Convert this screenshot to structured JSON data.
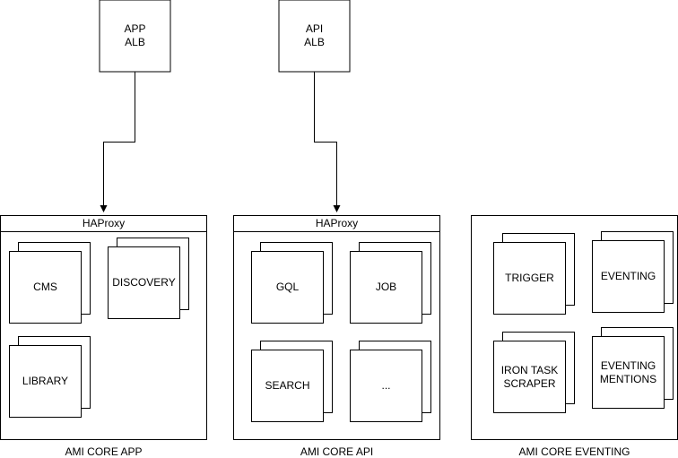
{
  "load_balancers": {
    "app": "APP\nALB",
    "api": "API\nALB"
  },
  "groups": {
    "app": {
      "header": "HAProxy",
      "caption": "AMI CORE APP",
      "services": [
        "CMS",
        "DISCOVERY",
        "LIBRARY"
      ]
    },
    "api": {
      "header": "HAProxy",
      "caption": "AMI CORE API",
      "services": [
        "GQL",
        "JOB",
        "SEARCH",
        "..."
      ]
    },
    "eventing": {
      "caption": "AMI CORE EVENTING",
      "services": [
        "TRIGGER",
        "EVENTING",
        "IRON TASK\nSCRAPER",
        "EVENTING\nMENTIONS"
      ]
    }
  }
}
